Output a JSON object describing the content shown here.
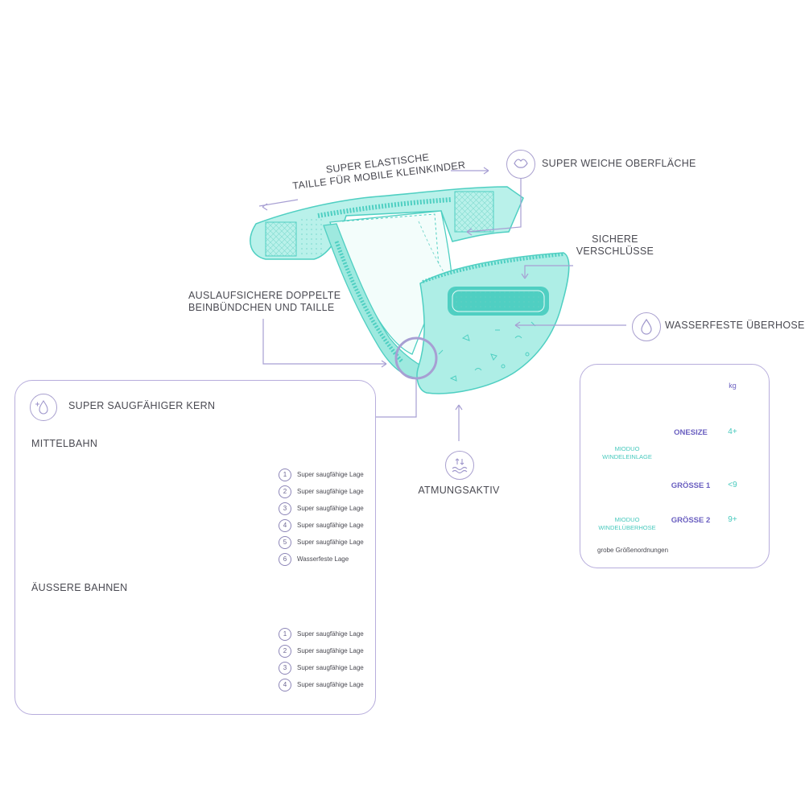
{
  "labels": {
    "waist": [
      "SUPER ELASTISCHE",
      "TAILLE FÜR MOBILE KLEINKINDER"
    ],
    "soft_surface": "SUPER WEICHE OBERFLÄCHE",
    "closures": [
      "SICHERE",
      "VERSCHLÜSSE"
    ],
    "waterproof": "WASSERFESTE ÜBERHOSE",
    "leak_proof": [
      "AUSLAUFSICHERE DOPPELTE",
      "BEINBÜNDCHEN UND TAILLE"
    ],
    "breathable": "ATMUNGSAKTIV"
  },
  "core_panel": {
    "title": "SUPER SAUGFÄHIGER KERN",
    "middle_title": "MITTELBAHN",
    "middle_layers": [
      {
        "n": "1",
        "text": "Super saugfähige Lage"
      },
      {
        "n": "2",
        "text": "Super saugfähige Lage"
      },
      {
        "n": "3",
        "text": "Super saugfähige Lage"
      },
      {
        "n": "4",
        "text": "Super saugfähige Lage"
      },
      {
        "n": "5",
        "text": "Super saugfähige Lage"
      },
      {
        "n": "6",
        "text": "Wasserfeste Lage"
      }
    ],
    "outer_title": "ÄUSSERE BAHNEN",
    "outer_layers": [
      {
        "n": "1",
        "text": "Super saugfähige Lage"
      },
      {
        "n": "2",
        "text": "Super saugfähige Lage"
      },
      {
        "n": "3",
        "text": "Super saugfähige Lage"
      },
      {
        "n": "4",
        "text": "Super saugfähige Lage"
      }
    ]
  },
  "size_table": {
    "header_kg": "kg",
    "rows": [
      {
        "product": [
          "MIODUO",
          "WINDELEINLAGE"
        ],
        "size": "ONESIZE",
        "kg": "4+"
      },
      {
        "product": [
          "MIODUO",
          "WINDELÜBERHOSE"
        ],
        "size": "GRÖSSE 1",
        "kg": "<9"
      },
      {
        "product": [],
        "size": "GRÖSSE 2",
        "kg": "9+"
      }
    ],
    "footnote": "grobe Größenordnungen"
  },
  "colors": {
    "mint": "#aeeee6",
    "mint_dark": "#4fcfc2",
    "lavender": "#b7addc",
    "purple_text": "#6a5fc0",
    "line": "#a79fd3"
  },
  "icons": [
    "soft-surface-icon",
    "water-drop-icon",
    "breathable-icon",
    "absorbent-core-icon"
  ]
}
